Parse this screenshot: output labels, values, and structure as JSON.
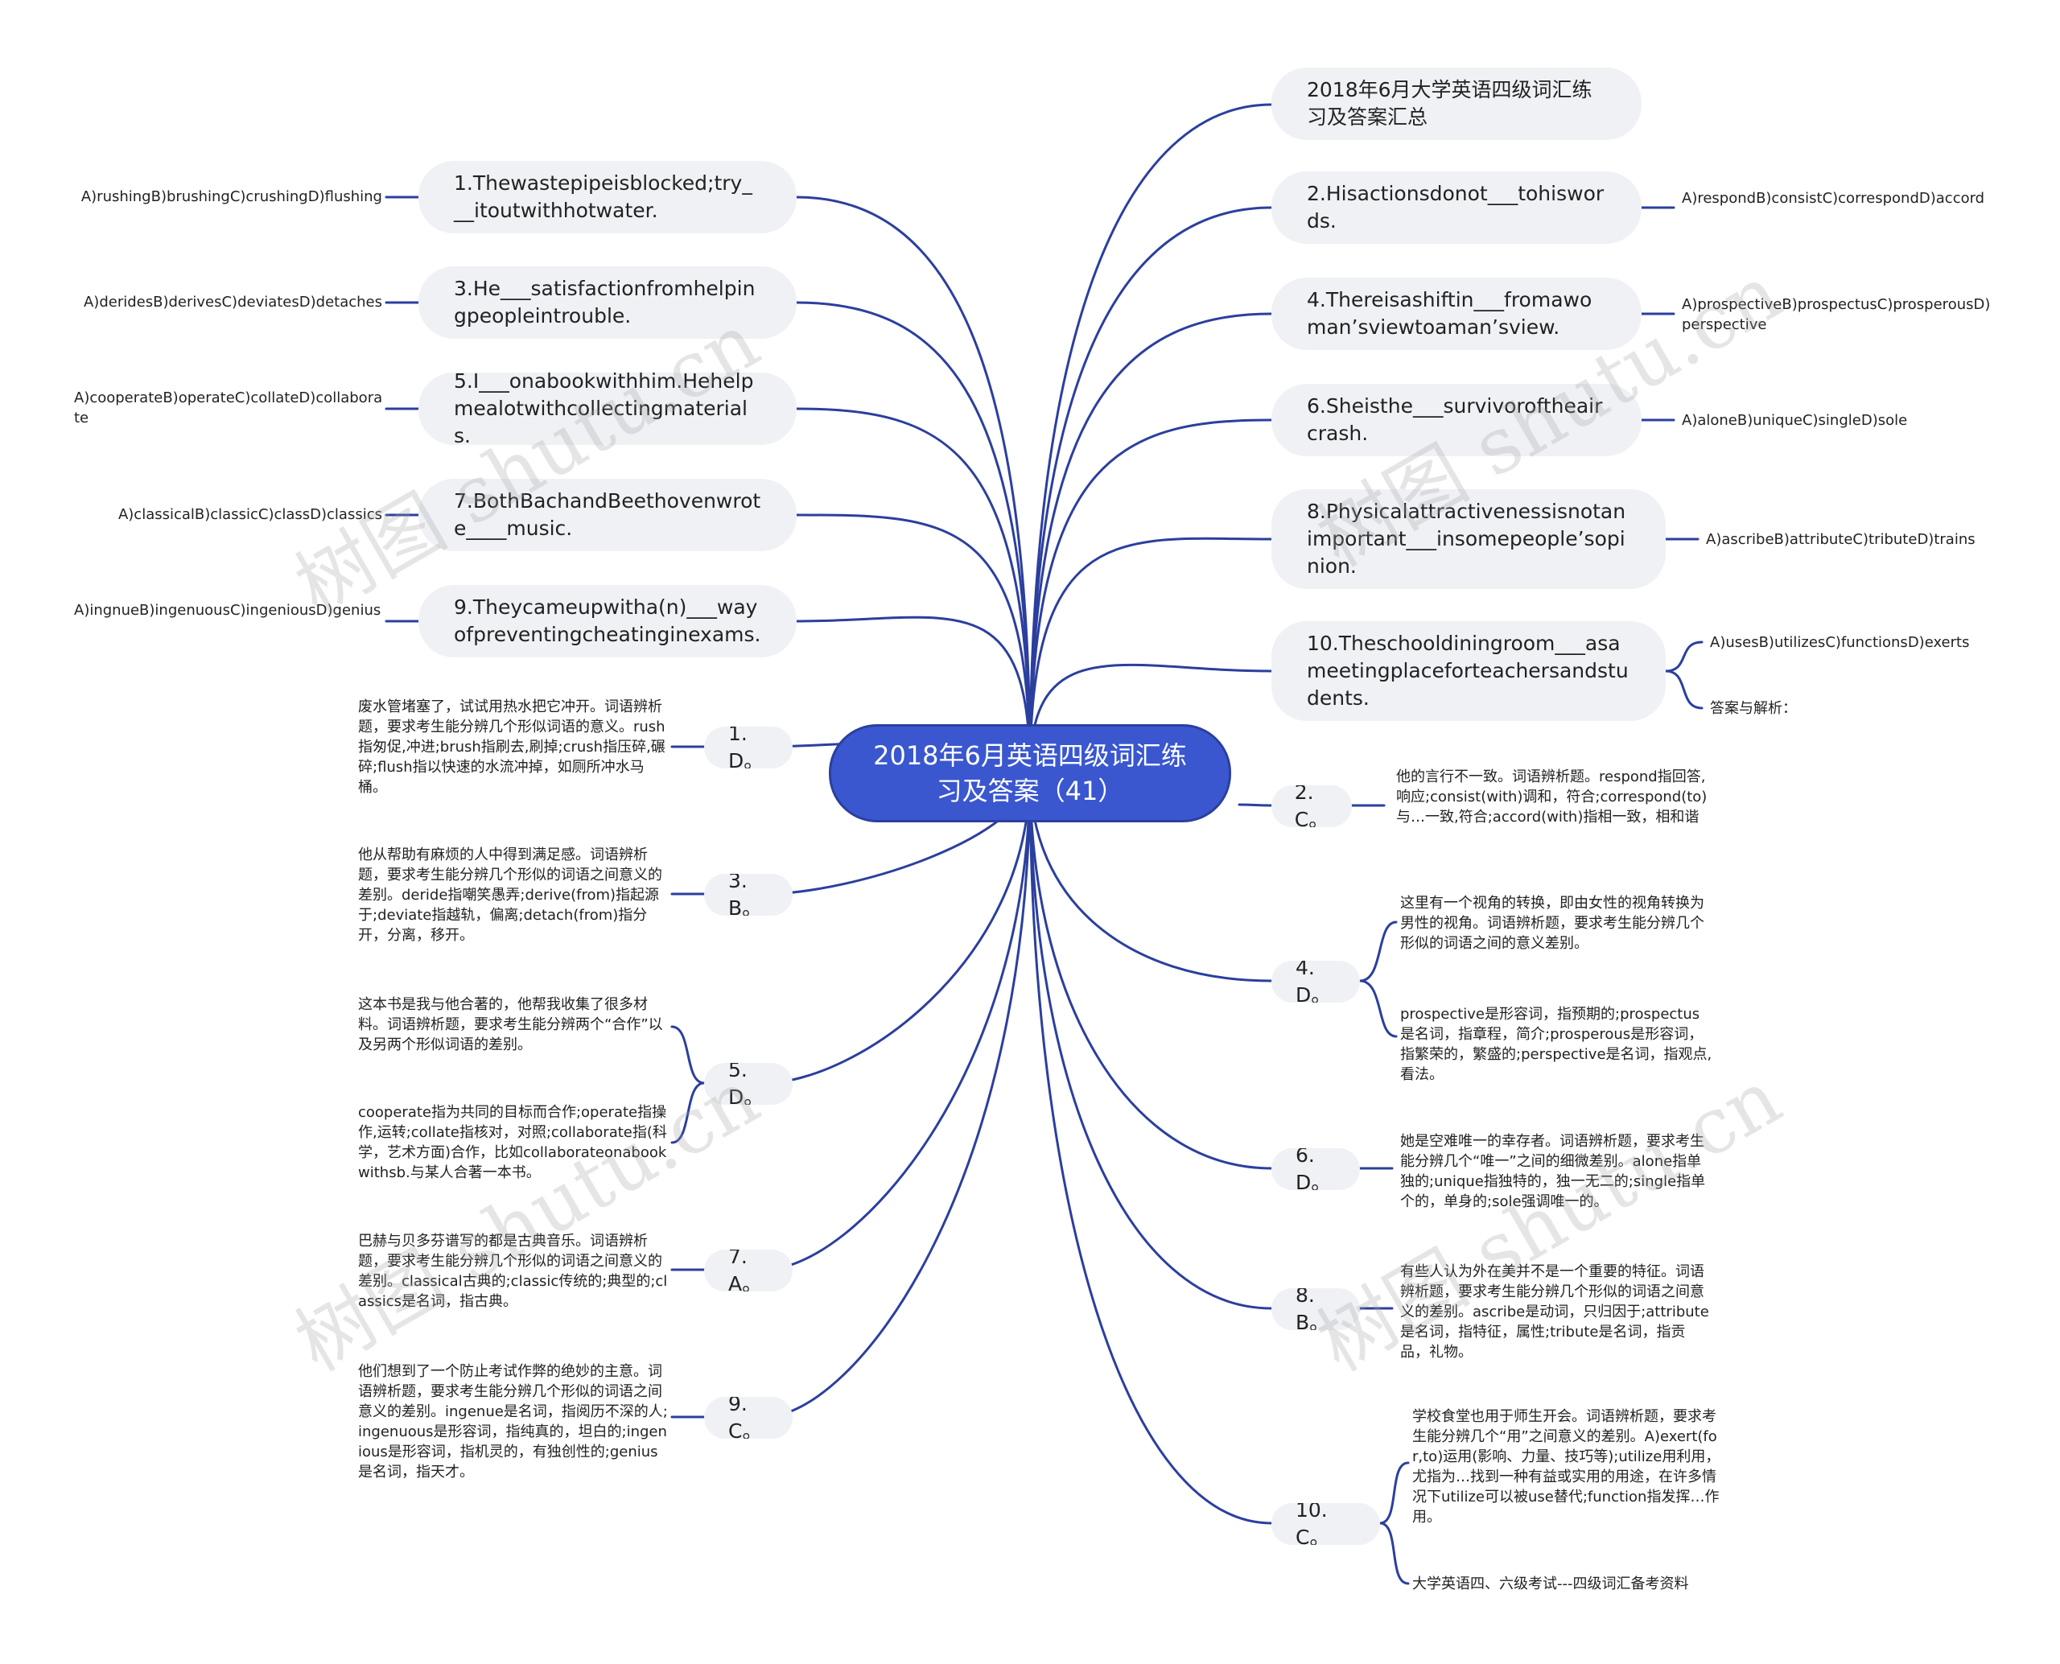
{
  "root": {
    "title": "2018年6月英语四级词汇练习及答案（41）"
  },
  "right": [
    {
      "text": "2018年6月大学英语四级词汇练习及答案汇总"
    },
    {
      "text": "2.Hisactionsdonot___tohiswords.",
      "leaf": "A)respondB)consistC)correspondD)accord"
    },
    {
      "text": "4.Thereisashiftin___fromawoman’sviewtoaman’sview.",
      "leaf": "A)prospectiveB)prospectusC)prosperousD)perspective"
    },
    {
      "text": "6.Sheisthe___survivoroftheaircrash.",
      "leaf": "A)aloneB)uniqueC)singleD)sole　"
    },
    {
      "text": "8.Physicalattractivenessisnotanimportant___insomepeople’sopinion.",
      "leaf": "A)ascribeB)attributeC)tributeD)trains"
    },
    {
      "text": "10.Theschooldiningroom___asameetingplaceforteachersandstudents.",
      "leaf": "A)usesB)utilizesC)functionsD)exerts",
      "leaf2": "答案与解析："
    },
    {
      "text": "2.C。",
      "leaf": "他的言行不一致。词语辨析题。respond指回答,响应;consist(with)调和，符合;correspond(to)与…一致,符合;accord(with)指相一致，相和谐"
    },
    {
      "text": "4.D。",
      "leaf": "这里有一个视角的转换，即由女性的视角转换为男性的视角。词语辨析题，要求考生能分辨几个形似的词语之间的意义差别。",
      "leaf2": "prospective是形容词，指预期的;prospectus是名词，指章程，简介;prosperous是形容词，指繁荣的，繁盛的;perspective是名词，指观点,看法。"
    },
    {
      "text": "6.D。",
      "leaf": "她是空难唯一的幸存者。词语辨析题，要求考生能分辨几个“唯一”之间的细微差别。alone指单独的;unique指独特的，独一无二的;single指单个的，单身的;sole强调唯一的。"
    },
    {
      "text": "8.B。",
      "leaf": "有些人认为外在美并不是一个重要的特征。词语辨析题，要求考生能分辨几个形似的词语之间意义的差别。ascribe是动词，只归因于;attribute是名词，指特征，属性;tribute是名词，指贡品，礼物。"
    },
    {
      "text": "10.C。",
      "leaf": "学校食堂也用于师生开会。词语辨析题，要求考生能分辨几个“用”之间意义的差别。A)exert(for,to)运用(影响、力量、技巧等);utilize用利用，尤指为…找到一种有益或实用的用途，在许多情况下utilize可以被use替代;function指发挥…作用。",
      "leaf2": "大学英语四、六级考试---四级词汇备考资料"
    }
  ],
  "left": [
    {
      "text": "1.Thewastepipeisblocked;try___itoutwithhotwater.",
      "leaf": "A)rushingB)brushingC)crushingD)flushing"
    },
    {
      "text": "3.He___satisfactionfromhelpingpeopleintrouble.",
      "leaf": "A)deridesB)derivesC)deviatesD)detaches"
    },
    {
      "text": "5.I___onabookwithhim.Hehelpmealotwithcollectingmaterials.",
      "leaf": "A)cooperateB)operateC)collateD)collaborate"
    },
    {
      "text": "7.BothBachandBeethovenwrote____music.",
      "leaf": "A)classicalB)classicC)classD)classics"
    },
    {
      "text": "9.Theycameupwitha(n)___wayofpreventingcheatinginexams.",
      "leaf": "A)ingnueB)ingenuousC)ingeniousD)genius"
    },
    {
      "text": "1.D。",
      "leaf": "废水管堵塞了，试试用热水把它冲开。词语辨析题，要求考生能分辨几个形似词语的意义。rush指匆促,冲进;brush指刷去,刷掉;crush指压碎,碾碎;flush指以快速的水流冲掉，如厕所冲水马桶。"
    },
    {
      "text": "3.B。",
      "leaf": "他从帮助有麻烦的人中得到满足感。词语辨析题，要求考生能分辨几个形似的词语之间意义的差别。deride指嘲笑愚弄;derive(from)指起源于;deviate指越轨，偏离;detach(from)指分开，分离，移开。"
    },
    {
      "text": "5.D。",
      "leaf": "这本书是我与他合著的，他帮我收集了很多材料。词语辨析题，要求考生能分辨两个“合作”以及另两个形似词语的差别。",
      "leaf2": "cooperate指为共同的目标而合作;operate指操作,运转;collate指核对，对照;collaborate指(科学，艺术方面)合作，比如collaborateonabookwithsb.与某人合著一本书。"
    },
    {
      "text": "7.A。",
      "leaf": "巴赫与贝多芬谱写的都是古典音乐。词语辨析题，要求考生能分辨几个形似的词语之间意义的差别。classical古典的;classic传统的;典型的;classics是名词，指古典。"
    },
    {
      "text": "9.C。",
      "leaf": "他们想到了一个防止考试作弊的绝妙的主意。词语辨析题，要求考生能分辨几个形似的词语之间意义的差别。ingenue是名词，指阅历不深的人;ingenuous是形容词，指纯真的，坦白的;ingenious是形容词，指机灵的，有独创性的;genius是名词，指天才。"
    }
  ],
  "watermarks": [
    "树图 shutu.cn",
    "树图 shutu.cn",
    "树图 shutu.cn",
    "树图 shutu.cn"
  ]
}
